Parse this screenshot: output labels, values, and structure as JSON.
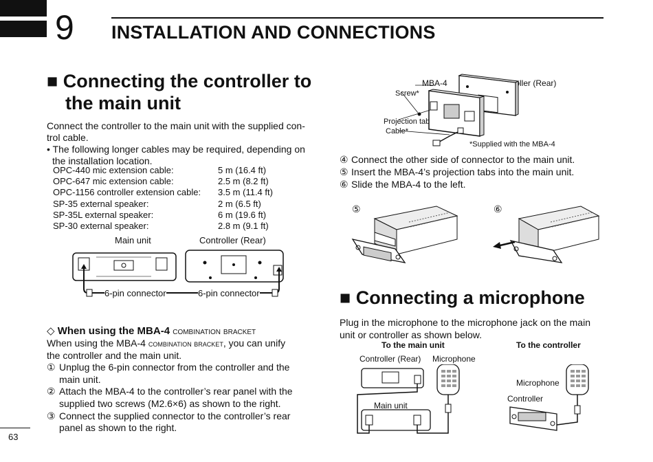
{
  "header": {
    "chapter_number": "9",
    "chapter_title": "INSTALLATION AND CONNECTIONS"
  },
  "page_number": "63",
  "left": {
    "section1_title_line1": "■ Connecting the controller to",
    "section1_title_line2": "the main unit",
    "intro_line1": "Connect the controller to the main unit with the supplied con-",
    "intro_line2": "trol cable.",
    "bullet_line1": "• The following longer cables may be required, depending on",
    "bullet_line2": "the installation location.",
    "cables": [
      {
        "name": "OPC-440 mic extension cable:",
        "length": "5 m (16.4 ft)"
      },
      {
        "name": "OPC-647 mic extension cable:",
        "length": "2.5 m (8.2 ft)"
      },
      {
        "name": "OPC-1156 controller extension cable:",
        "length": "3.5 m (11.4 ft)"
      },
      {
        "name": "SP-35 external speaker:",
        "length": "2 m (6.5 ft)"
      },
      {
        "name": "SP-35L external speaker:",
        "length": "6 m (19.6 ft)"
      },
      {
        "name": "SP-30 external speaker:",
        "length": "2.8 m (9.1 ft)"
      }
    ],
    "fig1": {
      "main_unit_label": "Main unit",
      "controller_label": "Controller (Rear)",
      "connector_left": "6-pin connector",
      "connector_right": "6-pin connector"
    },
    "subhead_symbol": "◇",
    "subhead_bold": "When using the MBA-4",
    "subhead_sc": "combination bracket",
    "mba_line1_a": "When using the MBA-4 ",
    "mba_line1_sc": "combination bracket",
    "mba_line1_b": ", you can unify",
    "mba_line2": "the controller and the main unit.",
    "steps": [
      {
        "num": "①",
        "line1": "Unplug the 6-pin connector from the controller and the",
        "line2": "main unit."
      },
      {
        "num": "②",
        "line1": "Attach the MBA-4 to the controller’s rear panel with the",
        "line2": "supplied two screws (M2.6×6) as shown to the right."
      },
      {
        "num": "③",
        "line1": "Connect the supplied connector to the controller’s rear",
        "line2": "panel as shown to the right."
      }
    ]
  },
  "right": {
    "fig_mba": {
      "mba_label": "MBA-4",
      "controller_label": "Controller (Rear)",
      "screw_label": "Screw*",
      "projection_label": "Projection tab",
      "cable_label": "Cable*",
      "note": "*Supplied with the MBA-4"
    },
    "steps": [
      {
        "num": "④",
        "text": "Connect the other side of connector to the main unit."
      },
      {
        "num": "⑤",
        "text": "Insert the MBA-4’s projection tabs into the main unit."
      },
      {
        "num": "⑥",
        "text": "Slide the MBA-4 to the left."
      }
    ],
    "fig_units": {
      "label_a": "⑤",
      "label_b": "⑥"
    },
    "section2_title": "■ Connecting a microphone",
    "mic_line1": "Plug in the microphone to the microphone jack on the main",
    "mic_line2": "unit or controller as shown below.",
    "fig_mic": {
      "to_main": "To the main unit",
      "to_controller": "To the controller",
      "controller_rear": "Controller (Rear)",
      "microphone1": "Microphone",
      "main_unit": "Main unit",
      "microphone2": "Microphone",
      "controller": "Controller"
    }
  }
}
